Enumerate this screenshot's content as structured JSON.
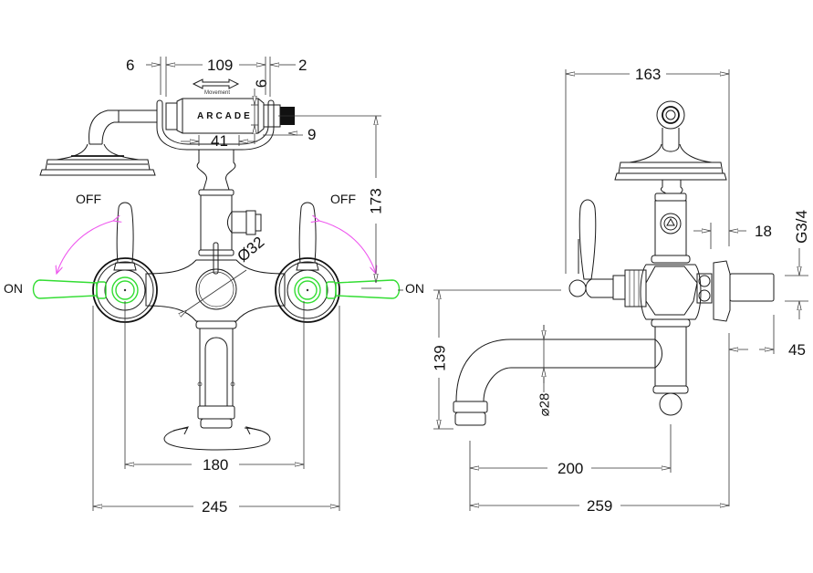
{
  "drawing": {
    "product_brand": "ARCADE",
    "movement_label": "Movement",
    "front_view": {
      "dimensions": {
        "handset_left_gap": "6",
        "handset_length": "109",
        "handset_right_gap": "2",
        "handset_grip_diameter": "6",
        "handset_grip_length": "41",
        "handset_offset": "9",
        "overall_height": "173",
        "body_diameter": "Ø32",
        "centres": "180",
        "overall_width": "245"
      },
      "lever_states": {
        "left_off": "OFF",
        "right_off": "OFF",
        "left_on": "ON",
        "right_on": "ON"
      }
    },
    "side_view": {
      "dimensions": {
        "overall_depth": "163",
        "outlet_offset": "18",
        "inlet_thread": "G3/4",
        "inlet_length": "45",
        "spout_drop": "139",
        "spout_diameter": "⌀28",
        "spout_reach": "200",
        "overall_projection": "259"
      }
    },
    "colors": {
      "line": "#1a1a1a",
      "on_position": "#33dd33",
      "rotation_arc": "#ee55ee"
    }
  }
}
